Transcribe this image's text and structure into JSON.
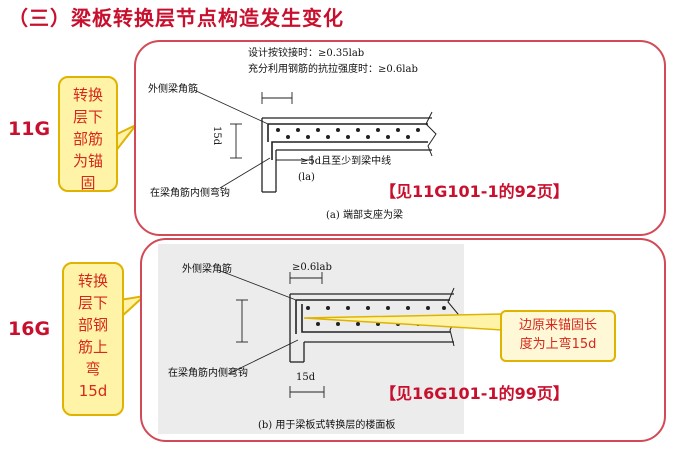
{
  "title": "（三）梁板转换层节点构造发生变化",
  "editions": {
    "e11": "11G",
    "e16": "16G"
  },
  "callouts": {
    "c11": [
      "转换",
      "层下",
      "部筋",
      "为锚",
      "固"
    ],
    "c16": [
      "转换",
      "层下",
      "部钢",
      "筋上",
      "弯",
      "15d"
    ]
  },
  "panel11": {
    "note_design": "设计按铰接时：≥0.35lab",
    "note_full": "充分利用钢筋的抗拉强度时：≥0.6lab",
    "label_outer": "外侧梁角筋",
    "label_inner": "在梁角筋内侧弯钩",
    "label_anchor": "≥5d且至少到梁中线",
    "label_la": "(la)",
    "label_15d": "15d",
    "caption": "(a) 端部支座为梁",
    "reference": "【见11G101-1的92页】"
  },
  "panel16": {
    "label_outer": "外侧梁角筋",
    "label_06": "≥0.6lab",
    "label_inner": "在梁角筋内侧弯钩",
    "label_15d": "15d",
    "caption": "(b) 用于梁板式转换层的楼面板",
    "bubble": [
      "边原来锚固长",
      "度为上弯15d"
    ],
    "reference": "【见16G101-1的99页】"
  }
}
